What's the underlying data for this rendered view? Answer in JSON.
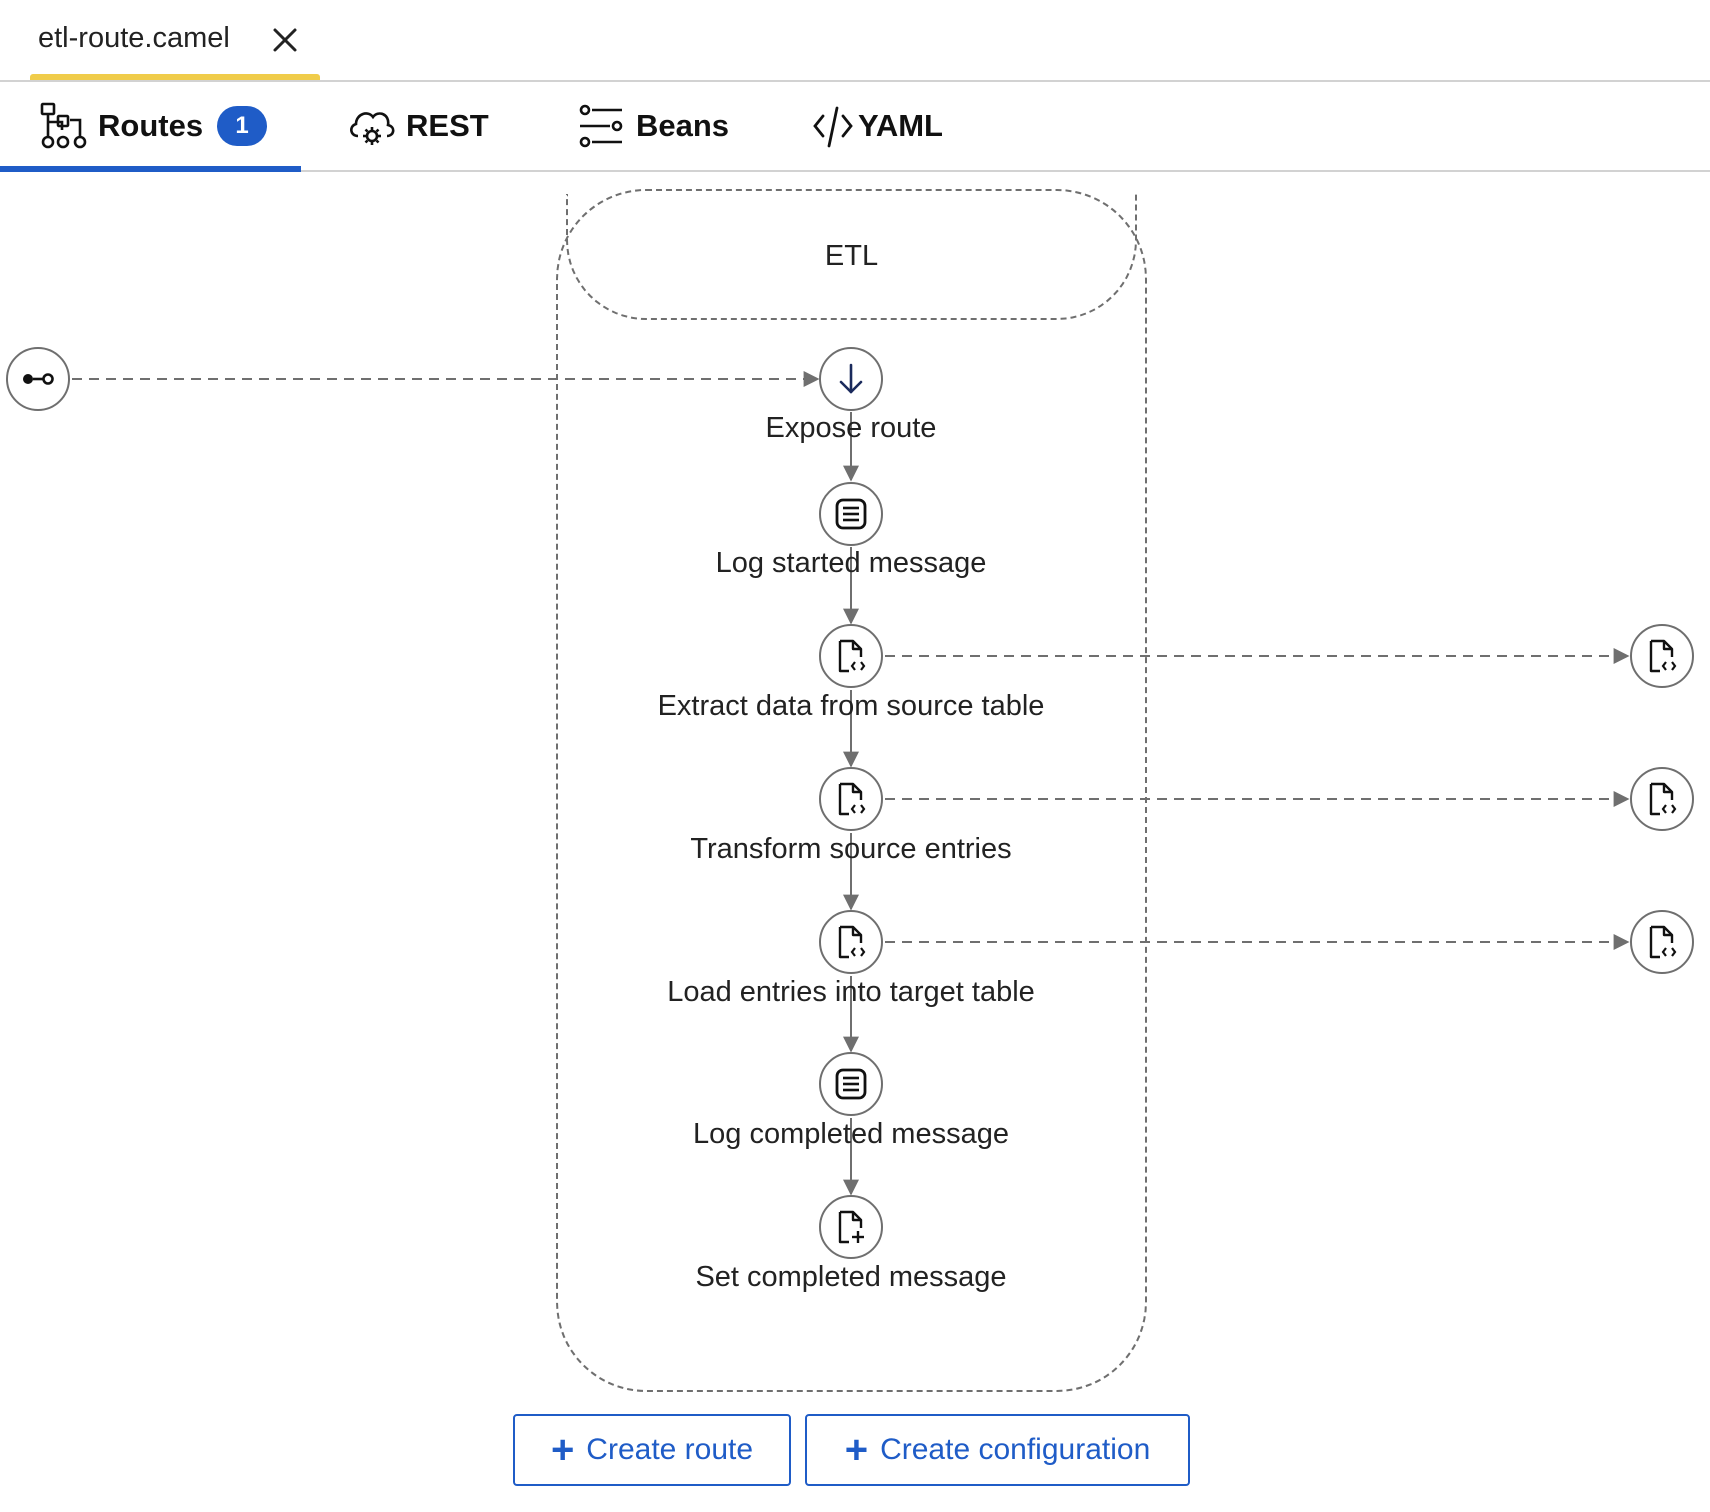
{
  "file_tab": {
    "label": "etl-route.camel",
    "close_icon": "close-icon",
    "underline_color": "#f0cc4a"
  },
  "view_tabs": [
    {
      "label": "Routes",
      "badge": "1",
      "icon": "routes-icon",
      "active": true
    },
    {
      "label": "REST",
      "icon": "cloud-gear-icon",
      "active": false
    },
    {
      "label": "Beans",
      "icon": "beans-icon",
      "active": false
    },
    {
      "label": "YAML",
      "icon": "code-icon",
      "active": false
    }
  ],
  "route": {
    "title": "ETL",
    "source_icon": "endpoint-icon",
    "steps": [
      {
        "label": "Expose route",
        "icon": "arrow-down-icon"
      },
      {
        "label": "Log started message",
        "icon": "log-icon"
      },
      {
        "label": "Extract data from source table",
        "icon": "file-code-icon"
      },
      {
        "label": "Transform source entries",
        "icon": "file-code-icon"
      },
      {
        "label": "Load entries into target table",
        "icon": "file-code-icon"
      },
      {
        "label": "Log completed message",
        "icon": "log-icon"
      },
      {
        "label": "Set completed message",
        "icon": "file-plus-icon"
      }
    ],
    "external_nodes": [
      "file-code-icon",
      "file-code-icon",
      "file-code-icon"
    ]
  },
  "actions": {
    "create_route": "Create route",
    "create_configuration": "Create configuration"
  },
  "colors": {
    "accent": "#1f5cc7",
    "edge": "#6f6f6f"
  }
}
